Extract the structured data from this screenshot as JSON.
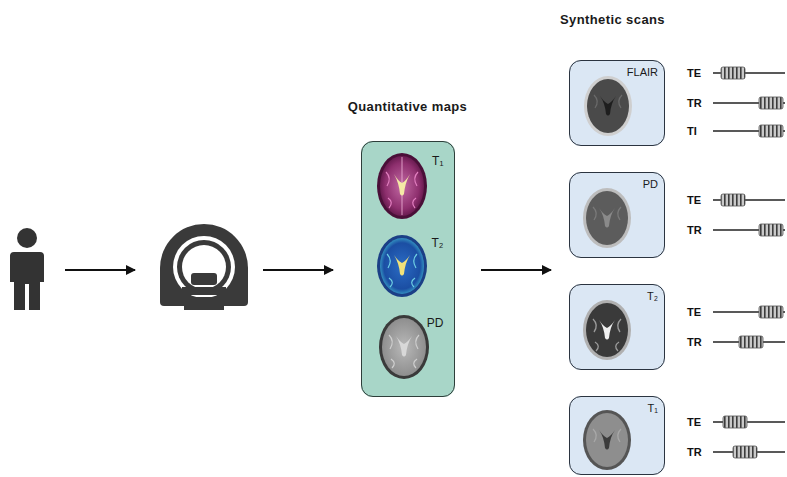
{
  "diagram": {
    "nodes": [
      {
        "text": [
          "Quantitative maps"
        ]
      },
      {
        "text": [
          "T₁"
        ],
        "in": 0
      },
      {
        "text": [
          "T₂"
        ],
        "in": 0
      },
      {
        "text": [
          "PD"
        ],
        "in": 0
      },
      {
        "text": [
          "FLAIR"
        ]
      },
      {
        "text": [
          "PD"
        ]
      },
      {
        "text": [
          "T₂"
        ]
      },
      {
        "text": [
          "T₁"
        ]
      }
    ],
    "labels": [
      "Synthetic scans",
      "TE",
      "TR",
      "TI",
      "TE",
      "TR",
      "TE",
      "TR",
      "TE",
      "TR"
    ]
  }
}
